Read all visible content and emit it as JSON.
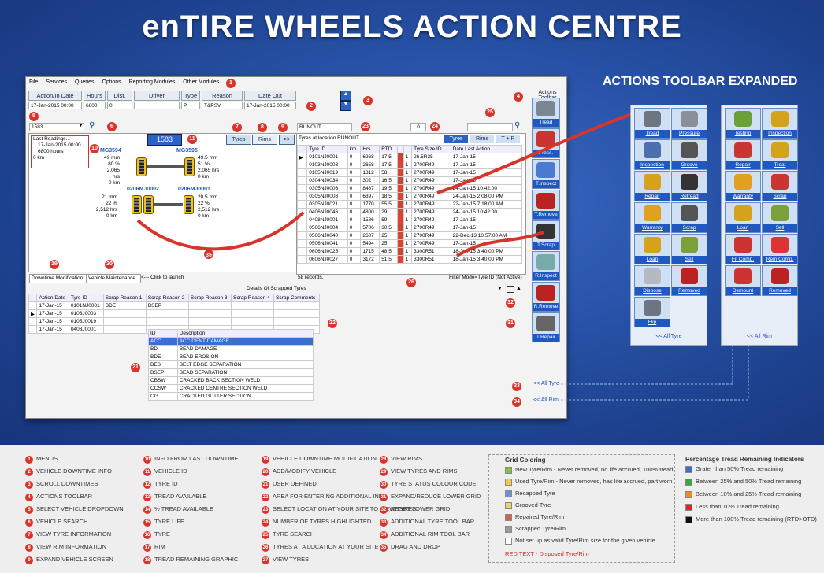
{
  "title": "enTIRE WHEELS ACTION CENTRE",
  "toolbar_expanded_title": "ACTIONS TOOLBAR EXPANDED",
  "menu": [
    "File",
    "Services",
    "Queries",
    "Options",
    "Reporting Modules",
    "Other Modules"
  ],
  "downtime_header": {
    "cols": [
      "Action/In Date",
      "Hours",
      "Dist.",
      "Driver",
      "Type",
      "Reason",
      "Date Out"
    ],
    "values": [
      "17-Jan-2015 00:00",
      "6800",
      "0",
      "",
      "P",
      "T&PSV",
      "17-Jan-2015 00:00"
    ]
  },
  "vehicle": {
    "selected": "1583",
    "number": "1583",
    "last_readings": [
      "Last Readings...",
      "17-Jan-2015 00:00",
      "6800 hours",
      "0 km"
    ],
    "tab_tyres": "Tyres",
    "tab_rims": "Rims",
    "expand": ">>",
    "tyres": [
      {
        "id": "MG3594",
        "lines": [
          "49 mm",
          "80 %",
          "2,065 hrs",
          "0 km"
        ]
      },
      {
        "id": "MG3595",
        "lines": [
          "49.5 mm",
          "51 %",
          "2,065 hrs",
          "0 km"
        ]
      },
      {
        "id": "0206MJ0002",
        "lines": [
          "21 mm",
          "22 %",
          "2,512 hrs",
          "0 km"
        ]
      },
      {
        "id": "0206MJ0001",
        "lines": [
          "20.5 mm",
          "22 %",
          "2,512 hrs",
          "0 km"
        ]
      }
    ],
    "btn_downtime": "Downtime Modification",
    "btn_maintenance": "Vehicle Maintenance",
    "launch_hint": "<--- Click to launch"
  },
  "location": {
    "selected": "RUNOUT",
    "count": "0",
    "caption": "Tyres at location RUNOUT",
    "tabs": [
      "Tyres",
      "Rims",
      "T + R"
    ],
    "columns": [
      "Tyre ID",
      "km",
      "Hrs",
      "RTD",
      "",
      "L",
      "Tyre Size ID",
      "Date Last Action"
    ],
    "rows": [
      [
        "0101NJ0001",
        "0",
        "6268",
        "17.5",
        "",
        "1",
        "26.5R25",
        "17-Jan-15"
      ],
      [
        "0103NJ0003",
        "0",
        "2658",
        "17.5",
        "",
        "1",
        "2700R49",
        "17-Jan-15"
      ],
      [
        "0105NJ0019",
        "0",
        "1312",
        "58",
        "",
        "1",
        "2700R49",
        "17-Jan-15"
      ],
      [
        "0304NJ0034",
        "0",
        "302",
        "16.5",
        "",
        "1",
        "2700R49",
        "17-Jan-15"
      ],
      [
        "0305NJ0006",
        "0",
        "8487",
        "19.5",
        "",
        "1",
        "2700R49",
        "24-Jan-15 10:42:00"
      ],
      [
        "0305NJ0008",
        "0",
        "6397",
        "18.5",
        "",
        "1",
        "2700R49",
        "24-Jan-15 2:08:00 PM"
      ],
      [
        "0305NJ0021",
        "0",
        "1770",
        "55.5",
        "",
        "1",
        "2700R49",
        "22-Jan-15 7:18:00 AM"
      ],
      [
        "0406NJ0046",
        "0",
        "4800",
        "29",
        "",
        "1",
        "2700R49",
        "24-Jan-15 10:42:00"
      ],
      [
        "0408NJ0001",
        "0",
        "1586",
        "59",
        "",
        "1",
        "2700R49",
        "17-Jan-15"
      ],
      [
        "0506NJ0004",
        "0",
        "5706",
        "30.5",
        "",
        "1",
        "2700R49",
        "17-Jan-15"
      ],
      [
        "0506NJ0040",
        "0",
        "2607",
        "25",
        "",
        "1",
        "2700R49",
        "22-Dec-13 10:57:00 AM"
      ],
      [
        "0506NJ0041",
        "0",
        "5494",
        "25",
        "",
        "1",
        "2700R49",
        "17-Jan-15"
      ],
      [
        "0606NJ0025",
        "0",
        "1715",
        "48.5",
        "",
        "1",
        "3300R51",
        "18-Jan-15 3:40:00 PM"
      ],
      [
        "0606NJ0027",
        "0",
        "3172",
        "51.5",
        "",
        "1",
        "3300R51",
        "18-Jan-15 3:40:00 PM"
      ]
    ],
    "records": "58 records.",
    "filter_mode": "Filter Mode=Tyre ID (Not Active)"
  },
  "scrapped": {
    "title": "Details Of Scrapped Tyres",
    "columns": [
      "Action Date",
      "Tyre ID",
      "Scrap Reason 1",
      "Scrap Reason 2",
      "Scrap Reason 3",
      "Scrap Reason 4",
      "Scrap Comments"
    ],
    "rows": [
      [
        "17-Jan-15",
        "0101NJ0001",
        "BDE",
        "BSEP",
        "",
        "",
        ""
      ],
      [
        "17-Jan-15",
        "0103J0003",
        "",
        "",
        "",
        "",
        ""
      ],
      [
        "17-Jan-15",
        "0105J0019",
        "",
        "",
        "",
        "",
        ""
      ],
      [
        "17-Jan-15",
        "0408J0001",
        "",
        "",
        "",
        "",
        ""
      ]
    ],
    "dropdown_cols": [
      "ID",
      "Description"
    ],
    "dropdown": [
      [
        "ACC",
        "ACCIDENT DAMAGE"
      ],
      [
        "BD",
        "BEAD DAMAGE"
      ],
      [
        "BDE",
        "BEAD EROSION"
      ],
      [
        "BES",
        "BELT EDGE SEPARATION"
      ],
      [
        "BSEP",
        "BEAD SEPARATION"
      ],
      [
        "CBSW",
        "CRACKED BACK SECTION WELD"
      ],
      [
        "CCSW",
        "CRACKED CENTRE SECTION WELD"
      ],
      [
        "CG",
        "CRACKED GUTTER SECTION"
      ]
    ]
  },
  "actions_toolbar": {
    "title": "Actions Toolbar",
    "buttons": [
      "Tread",
      "Press.",
      "T.Inspect",
      "T.Remove",
      "T.Scrap",
      "R.Inspect",
      "R.Remove",
      "T.Repair"
    ],
    "all_tyre": "<< All Tyre",
    "all_rim": "<< All Rim"
  },
  "tyre_toolbar": {
    "buttons": [
      "Tread",
      "Pressure",
      "Inspection",
      "Groove",
      "Repair",
      "Retread",
      "Warranty",
      "Scrap",
      "Loan",
      "Sell",
      "Dispose",
      "Removed",
      "Flip"
    ],
    "all": "<< All Tyre"
  },
  "rim_toolbar": {
    "buttons": [
      "Testing",
      "Inspection",
      "Repair",
      "Treat",
      "Warranty",
      "Scrap",
      "Loan",
      "Sell",
      "Fit Comp.",
      "Rem Comp.",
      "Demount",
      "Removed"
    ],
    "all": "<< All Rim"
  },
  "legend_numbered": [
    "MENUS",
    "VEHICLE DOWNTIME INFO",
    "SCROLL DOWNTIMES",
    "ACTIONS TOOLBAR",
    "SELECT VEHICLE DROPDOWN",
    "VEHICLE SEARCH",
    "VIEW TYRE INFORMATION",
    "VIEW RIM INFORMATION",
    "EXPAND VEHICLE SCREEN",
    "INFO FROM LAST DOWNTIME",
    "VEHICLE ID",
    "TYRE ID",
    "TREAD AVAILABLE",
    "% TREAD AVAILABLE",
    "TYRE LIFE",
    "TYRE",
    "RIM",
    "TREAD REMAINING GRAPHIC",
    "VEHICLE DOWNTIME MODIFICATION",
    "ADD/MODIFY VEHICLE",
    "USER DEFINED",
    "AREA FOR ENTERING ADDITIONAL INFO",
    "SELECT LOCATION AT YOUR SITE TO VIEW TYRES",
    "NUMBER OF TYRES HIGHLIGHTED",
    "TYRE SEARCH",
    "TYRES AT A LOCATION AT YOUR SITE",
    "VIEW TYRES",
    "VIEW RIMS",
    "VIEW TYRES AND RIMS",
    "TYRE STATUS COLOUR CODE",
    "EXPAND/REDUCE LOWER GRID",
    "RESET LOWER GRID",
    "ADDITIONAL TYRE TOOL BAR",
    "ADDITIONAL RIM TOOL BAR",
    "DRAG AND DROP"
  ],
  "grid_coloring": {
    "title": "Grid Coloring",
    "items": [
      {
        "color": "#7dc24a",
        "text": "New Tyre/Rim - Never removed, no life accrued, 100% tread"
      },
      {
        "color": "#f2c94a",
        "text": "Used Tyre/Rim - Never removed, has life accrued, part worn"
      },
      {
        "color": "#6f8fd6",
        "text": "Recapped Tyre"
      },
      {
        "color": "#e9d36b",
        "text": "Grooved Tyre"
      },
      {
        "color": "#e05a4e",
        "text": "Repaired Tyre/Rim"
      },
      {
        "color": "#9a9a9a",
        "text": "Scrapped Tyre/Rim"
      },
      {
        "color": "#ffffff",
        "text": "Not set up as valid Tyre/Rim size for the given vehicle"
      }
    ],
    "red_text": "RED TEXT - Disposed Tyre/Rim"
  },
  "tread_indicators": {
    "title": "Percentage Tread Remaining Indicators",
    "items": [
      {
        "color": "#3a6fd0",
        "text": "Grater than 50% Tread remaining"
      },
      {
        "color": "#3aa54a",
        "text": "Between 25% and 50% Tread remaining"
      },
      {
        "color": "#f08a24",
        "text": "Between 10% and 25% Tread remaining"
      },
      {
        "color": "#d02a2a",
        "text": "Less than 10% Tread remaining"
      },
      {
        "color": "#111111",
        "text": "More than 100% Tread remaining (RTD>OTD)"
      }
    ]
  }
}
